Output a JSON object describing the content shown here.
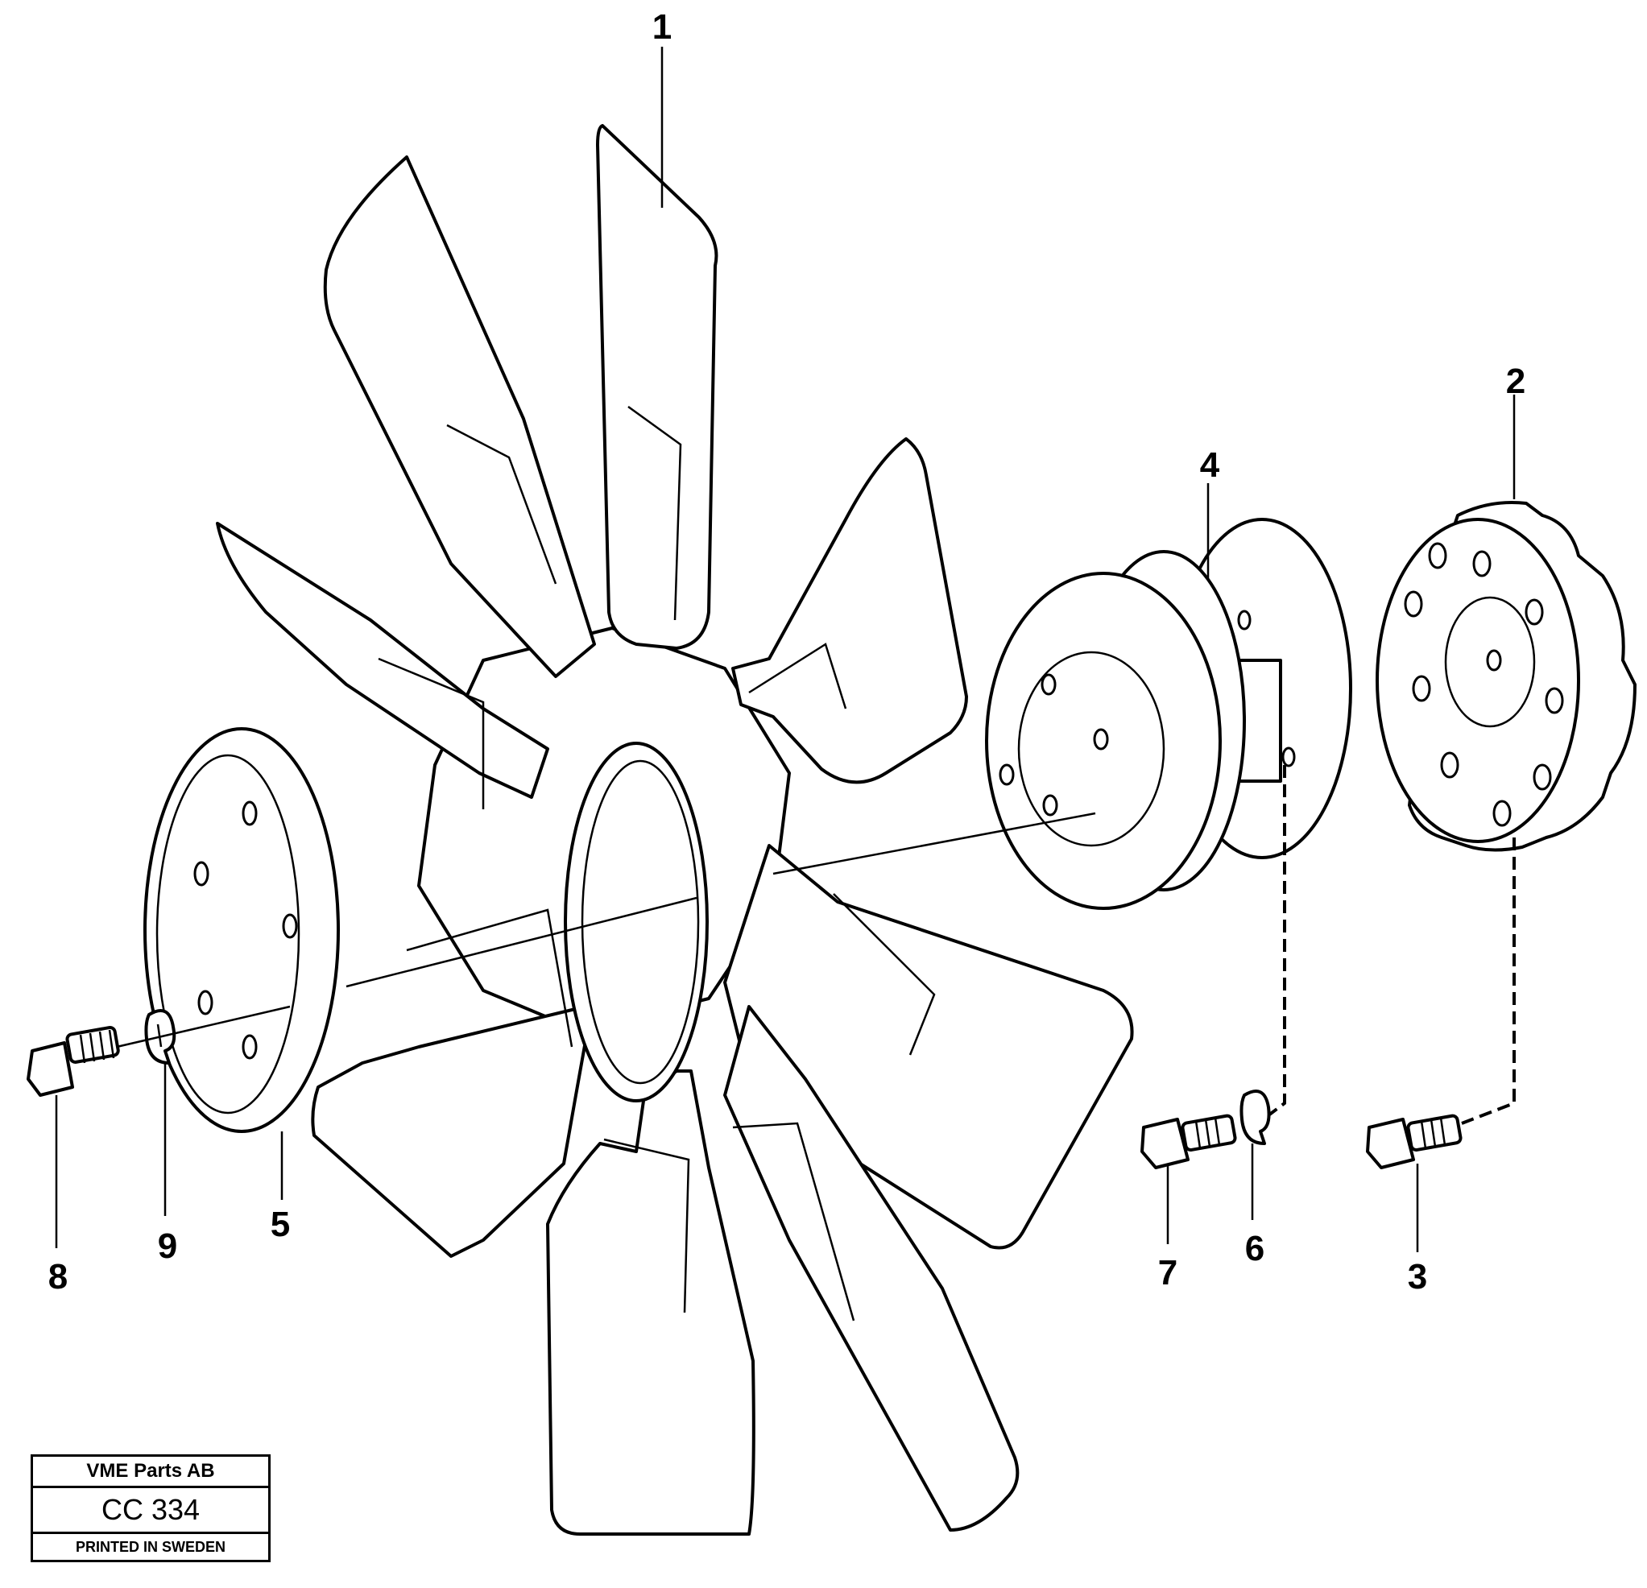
{
  "callouts": {
    "c1": "1",
    "c2": "2",
    "c3": "3",
    "c4": "4",
    "c5": "5",
    "c6": "6",
    "c7": "7",
    "c8": "8",
    "c9": "9"
  },
  "title_block": {
    "company": "VME Parts AB",
    "code": "CC 334",
    "printed": "PRINTED IN SWEDEN"
  },
  "parts": [
    "fan",
    "coupling-disc",
    "bolt",
    "hub-spacer",
    "front-plate",
    "lock-washer",
    "bolt",
    "bolt",
    "lock-washer"
  ]
}
